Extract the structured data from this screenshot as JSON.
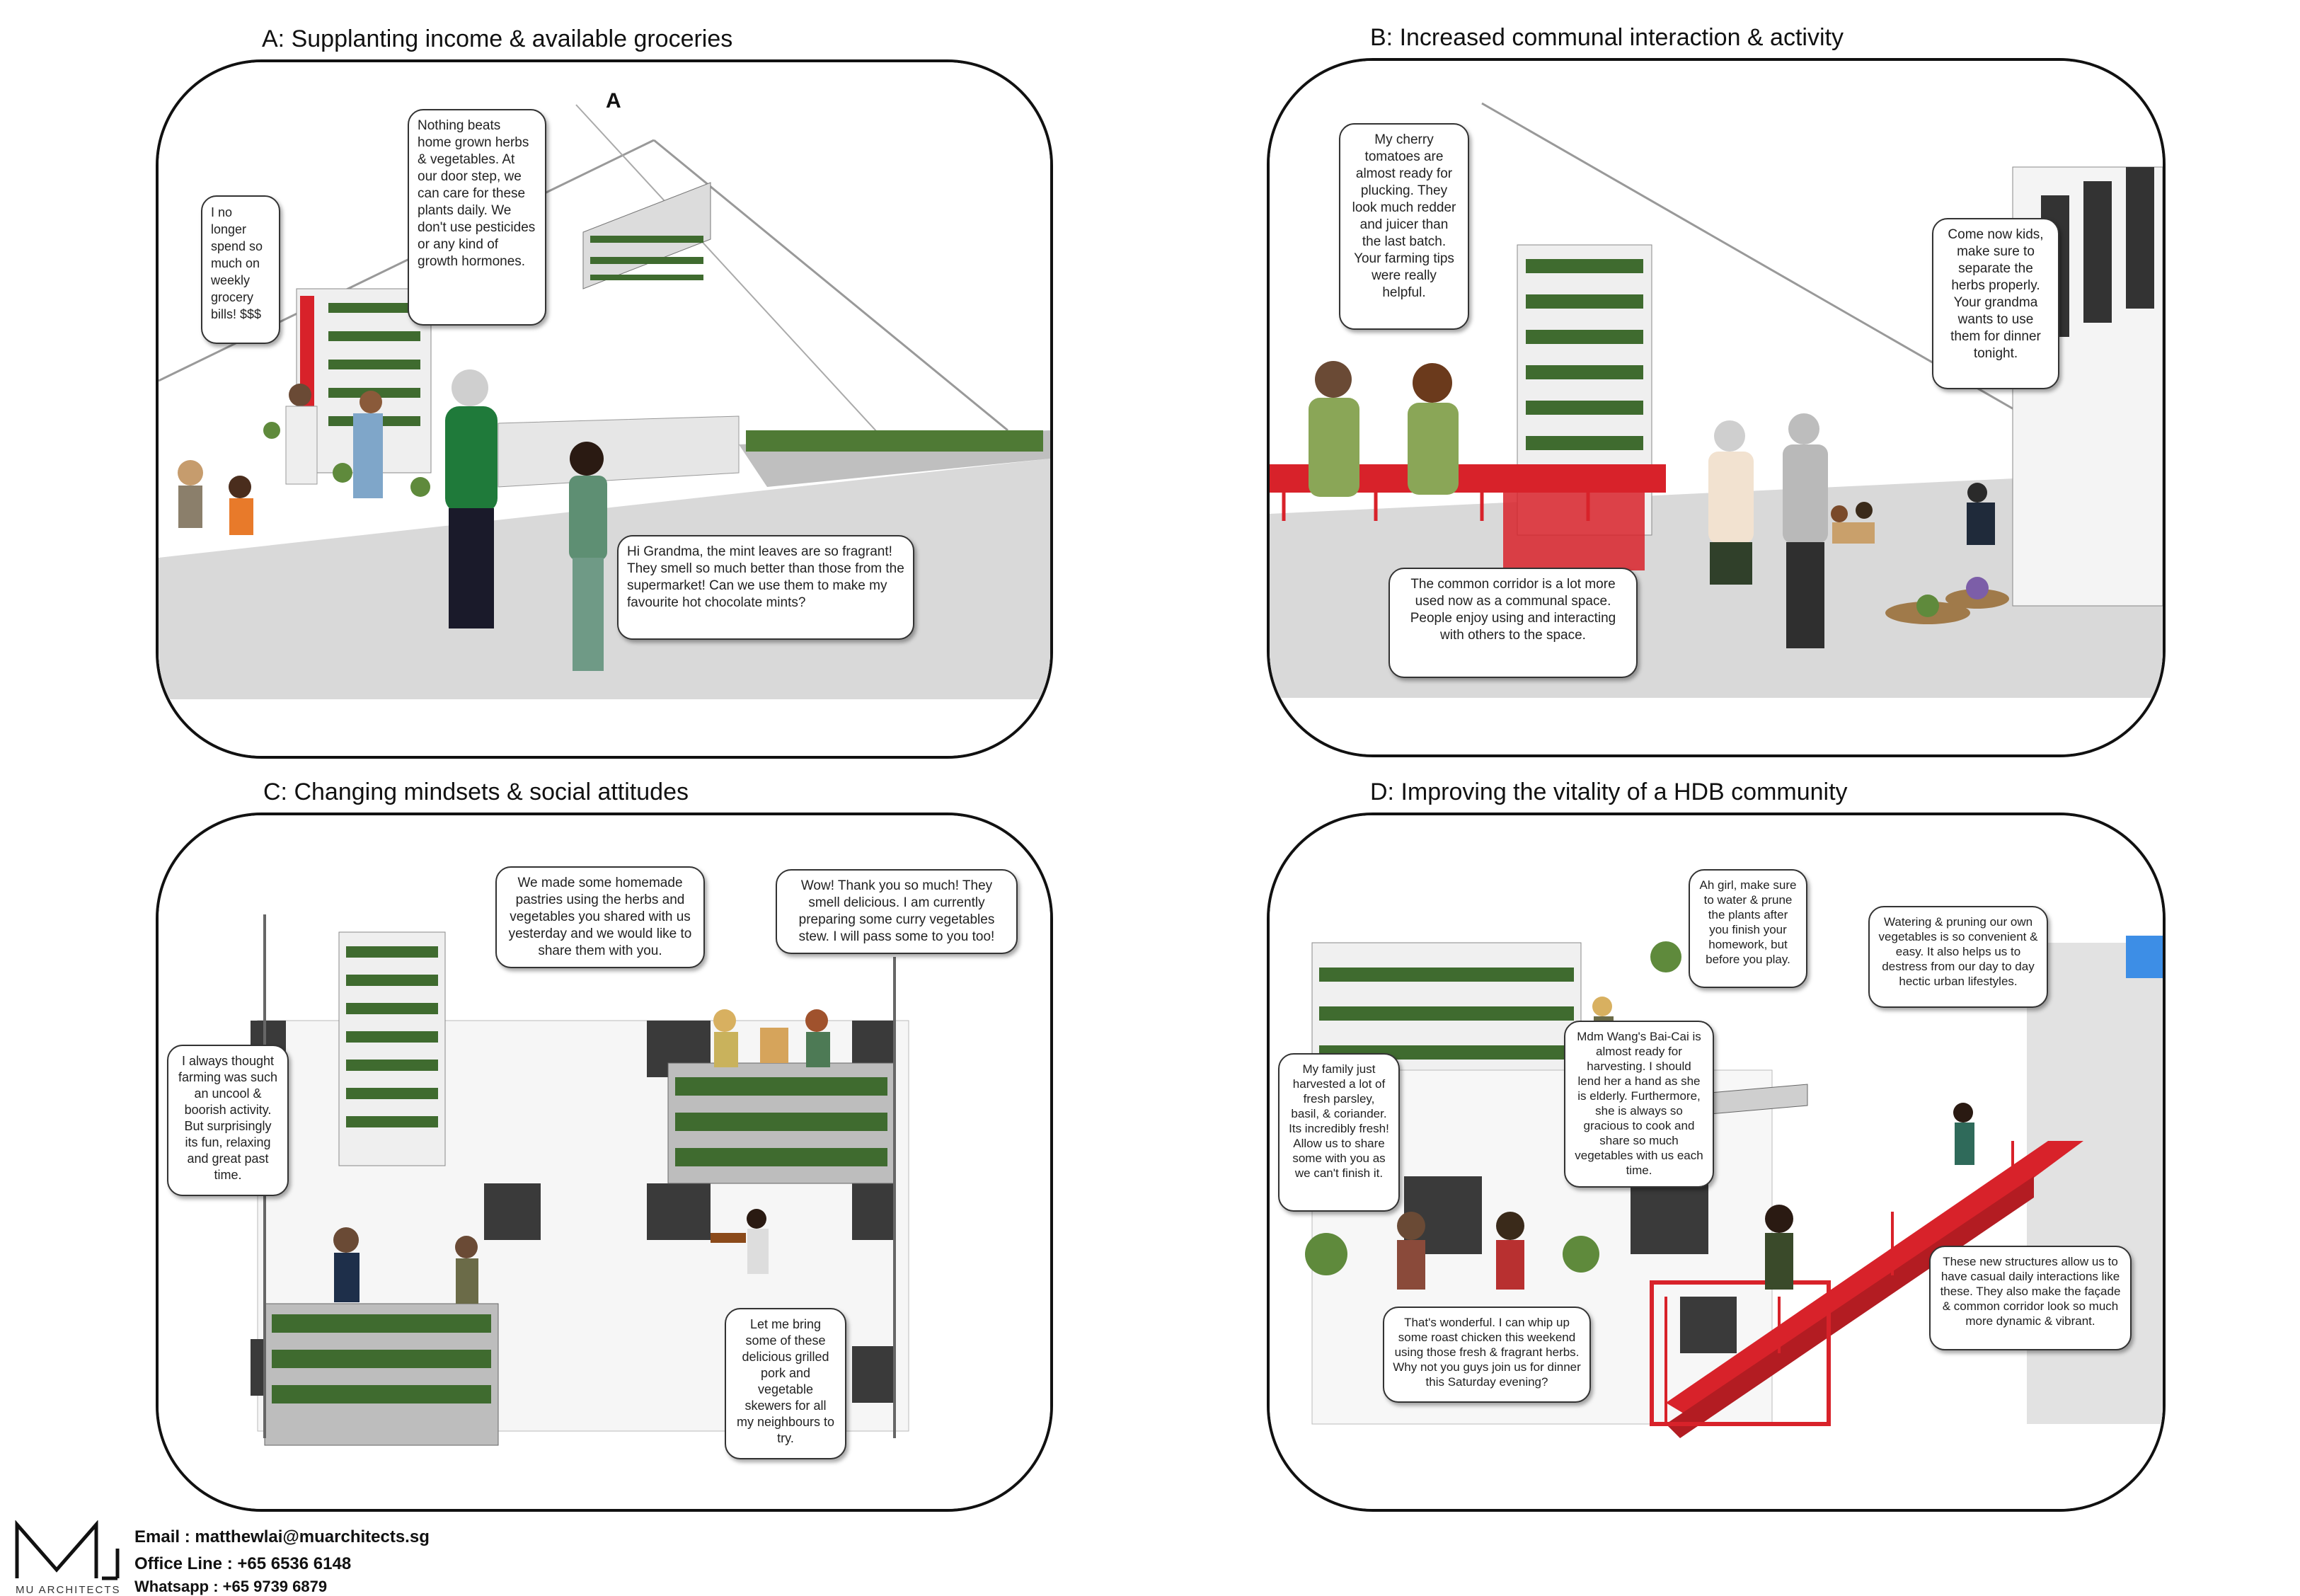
{
  "panels": [
    {
      "title": "A: Supplanting income & available groceries",
      "marker": "A",
      "bubbles": [
        "I no longer spend so much on weekly grocery bills! $$$",
        "Nothing beats home grown herbs & vegetables. At our door step, we can care for these plants daily. We don't use pesticides or any kind of growth hormones.",
        "Hi Grandma, the mint leaves are so fragrant! They smell so much better than those from the supermarket! Can we use them to make my favourite hot chocolate mints?"
      ]
    },
    {
      "title": "B: Increased communal interaction & activity",
      "bubbles": [
        "My cherry tomatoes are almost ready for plucking. They look much redder and juicer than the last batch. Your farming tips were really helpful.",
        "Come now kids, make sure to separate the herbs properly. Your grandma wants to use them for dinner tonight.",
        "The common corridor is a lot more used now as a communal space. People enjoy using and interacting with others to the space."
      ]
    },
    {
      "title": "C: Changing mindsets & social attitudes",
      "bubbles": [
        "We made some homemade pastries using the herbs and vegetables you shared with us yesterday and we would like to share them with you.",
        "Wow! Thank you so much! They smell delicious. I am currently preparing some curry vegetables stew. I will pass some to you too!",
        "I always thought farming was such an uncool & boorish activity. But surprisingly its fun, relaxing and great past time.",
        "Let me bring some of these delicious grilled pork and vegetable skewers for all my neighbours to try."
      ]
    },
    {
      "title": "D: Improving the vitality of a HDB community",
      "bubbles": [
        "Ah girl, make sure to water & prune the plants after you finish your homework, but before you play.",
        "Watering & pruning our own vegetables is so convenient & easy. It also helps us to destress from our day to day hectic urban lifestyles.",
        "My family just harvested a lot of fresh parsley, basil, & coriander. Its incredibly fresh! Allow us to share some with you as we can't finish it.",
        "Mdm Wang's Bai-Cai is almost ready for harvesting. I should lend her a hand as she is elderly. Furthermore, she is always so gracious to cook and share so much vegetables with us each time.",
        "That's wonderful. I can whip up some roast chicken this weekend using those fresh & fragrant herbs. Why not you guys join us for dinner this Saturday evening?",
        "These new structures allow us to have casual daily interactions like these. They also make the façade & common corridor look so much more dynamic & vibrant."
      ]
    }
  ],
  "footer": {
    "email": "Email : matthewlai@muarchitects.sg",
    "office": "Office Line : +65 6536 6148",
    "whatsapp": "Whatsapp : +65 9739 6879",
    "logo_text": "MU ARCHITECTS"
  },
  "colors": {
    "accent_red": "#d8222a",
    "plant_green": "#3f6b2f",
    "floor_grey": "#d9d9d9",
    "water_tank_blue": "#3d8ee6"
  }
}
